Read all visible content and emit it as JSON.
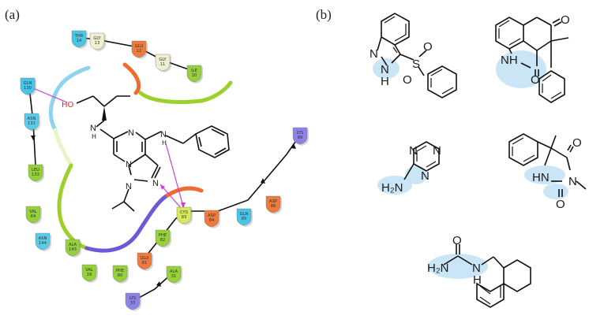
{
  "panels": {
    "a": {
      "label": "(a)"
    },
    "b": {
      "label": "(b)"
    }
  },
  "residues": [
    {
      "id": "thr14",
      "name": "THR",
      "num": "14",
      "color": "#47c7e8"
    },
    {
      "id": "gly13",
      "name": "GLY",
      "num": "13",
      "color": "#f0efd0"
    },
    {
      "id": "glu12",
      "name": "GLU",
      "num": "12",
      "color": "#ee7a3c"
    },
    {
      "id": "gly11",
      "name": "GLY",
      "num": "11",
      "color": "#f0efd0"
    },
    {
      "id": "ile10",
      "name": "ILE",
      "num": "10",
      "color": "#96d13c"
    },
    {
      "id": "gln130",
      "name": "GLN",
      "num": "130",
      "color": "#47c7e8"
    },
    {
      "id": "asn131",
      "name": "ASN",
      "num": "131",
      "color": "#58cbe9"
    },
    {
      "id": "leu133",
      "name": "LEU",
      "num": "133",
      "color": "#96d13c"
    },
    {
      "id": "lys89",
      "name": "LYS",
      "num": "89",
      "color": "#8d82e6"
    },
    {
      "id": "val64",
      "name": "VAL",
      "num": "64",
      "color": "#96d13c"
    },
    {
      "id": "asn144",
      "name": "ASN",
      "num": "144",
      "color": "#58cbe9"
    },
    {
      "id": "ala143",
      "name": "ALA",
      "num": "143",
      "color": "#96d13c"
    },
    {
      "id": "cys83",
      "name": "CYS",
      "num": "83",
      "color": "#d7e85a"
    },
    {
      "id": "asp84",
      "name": "ASP",
      "num": "84",
      "color": "#ee7a3c"
    },
    {
      "id": "gln85",
      "name": "GLN",
      "num": "85",
      "color": "#47c7e8"
    },
    {
      "id": "asp86",
      "name": "ASP",
      "num": "86",
      "color": "#ee7a3c"
    },
    {
      "id": "phe82",
      "name": "PHE",
      "num": "82",
      "color": "#96d13c"
    },
    {
      "id": "glu81",
      "name": "GLU",
      "num": "81",
      "color": "#ee7a3c"
    },
    {
      "id": "phe80",
      "name": "PHE",
      "num": "80",
      "color": "#96d13c"
    },
    {
      "id": "val18",
      "name": "VAL",
      "num": "18",
      "color": "#96d13c"
    },
    {
      "id": "ala31",
      "name": "ALA",
      "num": "31",
      "color": "#96d13c"
    },
    {
      "id": "lys33",
      "name": "LYS",
      "num": "33",
      "color": "#8d82e6"
    }
  ],
  "ligand_atoms": {
    "ho": "HO",
    "n_h_left": "N",
    "h_left": "H",
    "n_h_right": "N",
    "h_right": "H",
    "n_ring_top": "N",
    "n_ring_mid": "N",
    "n_ring_low": "N",
    "n_imid": "N",
    "n_isopropyl": "N"
  },
  "fragments": {
    "f1": {
      "n": "N",
      "nh": "N",
      "h": "H",
      "s": "S",
      "o1": "O",
      "o2": "O"
    },
    "f2": {
      "o1": "O",
      "o2": "O",
      "nh": "NH"
    },
    "f3": {
      "n1": "N",
      "n2": "N",
      "n3": "N",
      "nh2": "H₂N"
    },
    "f4": {
      "o1": "O",
      "o2": "O",
      "hn": "HN",
      "n": "N"
    },
    "f5": {
      "o": "O",
      "h2n": "H₂N",
      "n": "N",
      "h": "H"
    }
  }
}
